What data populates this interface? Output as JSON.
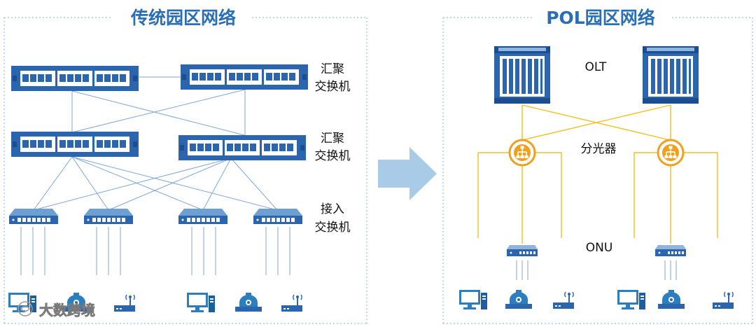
{
  "left_panel": {
    "title": "传统园区网络",
    "labels": {
      "agg1_line1": "汇聚",
      "agg1_line2": "交换机",
      "agg2_line1": "汇聚",
      "agg2_line2": "交换机",
      "access_line1": "接入",
      "access_line2": "交换机"
    }
  },
  "right_panel": {
    "title": "POL园区网络",
    "labels": {
      "olt": "OLT",
      "splitter": "分光器",
      "onu": "ONU"
    }
  },
  "watermark": "大数跨境",
  "colors": {
    "accent": "#2a6fb6",
    "device": "#2b65ad",
    "copper_link": "#7fa7d6",
    "fiber_link": "#f0c020",
    "splitter": "#f0a020",
    "arrow": "#a9cbe8",
    "panel_border": "#9cc1e0"
  },
  "icons": {
    "aggregation_switch": "rack-switch-icon",
    "access_switch": "access-switch-icon",
    "olt": "olt-chassis-icon",
    "splitter": "optical-splitter-icon",
    "onu": "onu-icon",
    "pc": "pc-icon",
    "camera": "camera-icon",
    "ap": "wireless-ap-icon",
    "flow_arrow": "right-arrow-icon"
  }
}
